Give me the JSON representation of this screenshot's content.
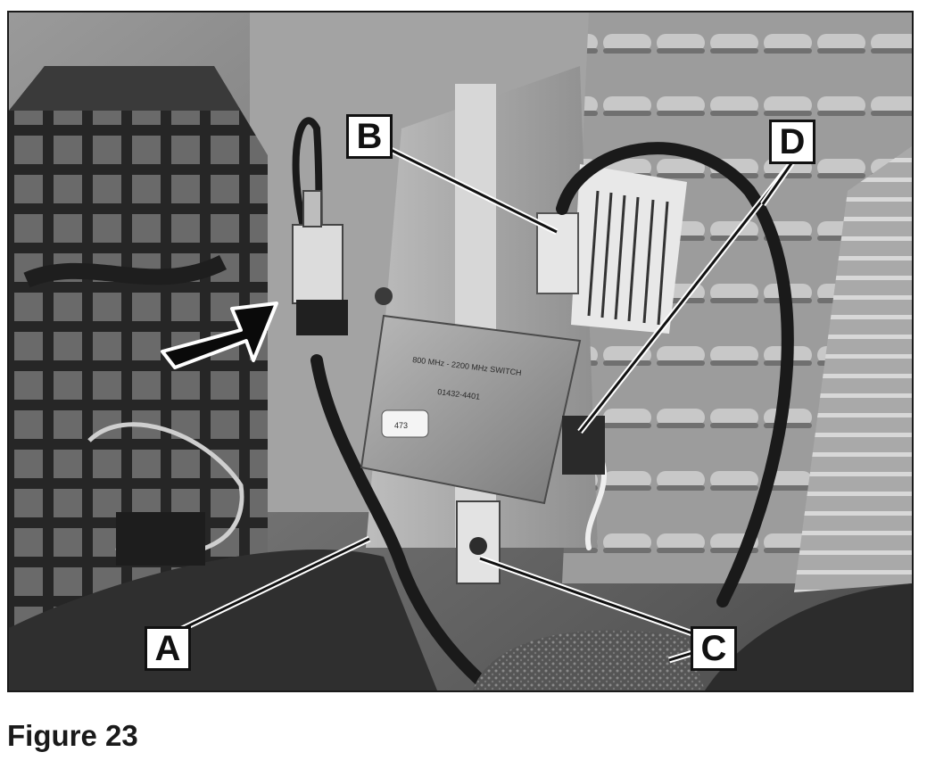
{
  "figure": {
    "caption": "Figure 23",
    "callouts": {
      "a": "A",
      "b": "B",
      "c": "C",
      "d": "D"
    },
    "module_label": {
      "line1": "800 MHz - 2200 MHz SWITCH",
      "line2": "01432-4401"
    },
    "sticker_text": "473",
    "colors": {
      "frame": "#1a1a1a",
      "callout_background": "#ffffff",
      "leader_line": "#111111"
    }
  }
}
